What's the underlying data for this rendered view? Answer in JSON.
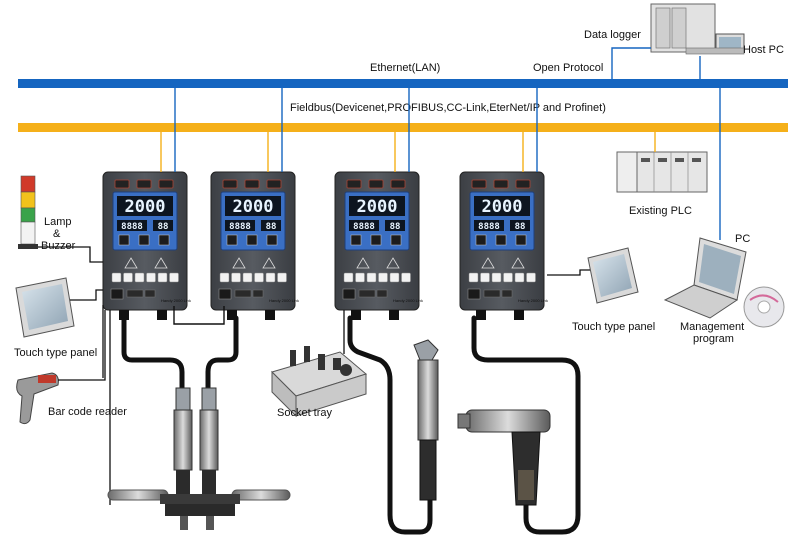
{
  "labels": {
    "ethernet": "Ethernet(LAN)",
    "fieldbus": "Fieldbus(Devicenet,PROFIBUS,CC-Link,EterNet/IP and Profinet)",
    "data_logger": "Data logger",
    "host_pc": "Host PC",
    "open_protocol": "Open Protocol",
    "existing_plc": "Existing PLC",
    "pc": "PC",
    "management_program_1": "Management",
    "management_program_2": "program",
    "lamp_1": "Lamp",
    "lamp_2": "&",
    "lamp_3": "Buzzer",
    "touch_panel_left": "Touch type panel",
    "touch_panel_right": "Touch type panel",
    "bar_code_reader": "Bar code reader",
    "socket_tray": "Socket tray"
  },
  "controller": {
    "display_value": "2000",
    "small_value_a": "8888",
    "small_value_b": "88",
    "brand_text": "Handy 2000 Link"
  },
  "colors": {
    "ethernet": "#1565c0",
    "fieldbus": "#f5b01a",
    "controller_body": "#4a4d52",
    "controller_panel": "#3a6fc4",
    "cable": "#111111"
  }
}
